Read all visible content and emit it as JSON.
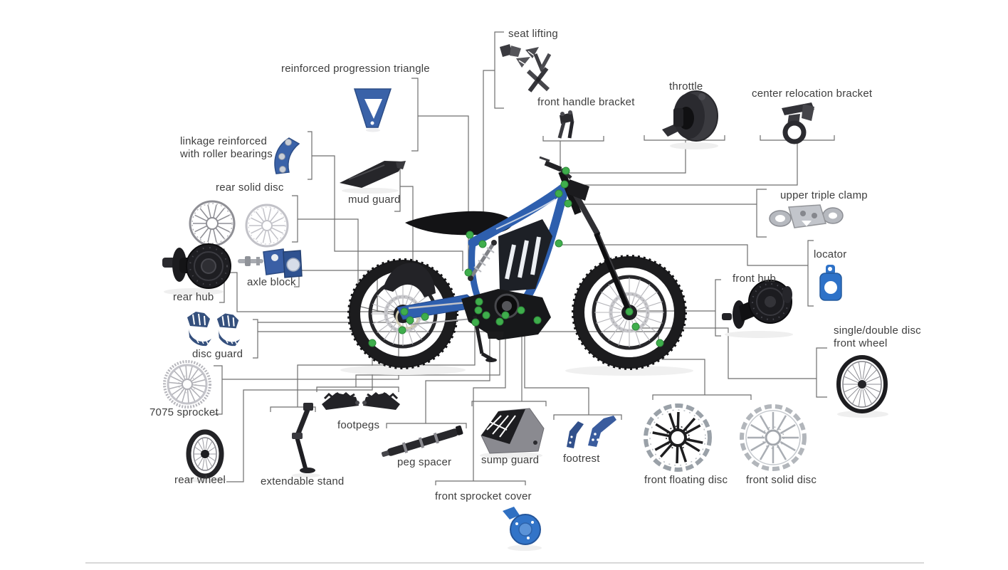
{
  "diagram": {
    "subject": "electric dirt bike exploded parts diagram",
    "marker_legend": "green dots mark mounting points on the bike"
  },
  "parts": {
    "seat_lifting": {
      "label": "seat lifting"
    },
    "progression_triangle": {
      "label": "reinforced progression triangle"
    },
    "front_handle_bracket": {
      "label": "front handle bracket"
    },
    "throttle": {
      "label": "throttle"
    },
    "center_relocation_bracket": {
      "label": "center relocation bracket"
    },
    "linkage": {
      "label": "linkage reinforced with roller bearings"
    },
    "mud_guard": {
      "label": "mud guard"
    },
    "rear_solid_disc": {
      "label": "rear solid disc"
    },
    "upper_triple_clamp": {
      "label": "upper triple clamp"
    },
    "locator": {
      "label": "locator"
    },
    "rear_hub": {
      "label": "rear hub"
    },
    "axle_block": {
      "label": "axle block"
    },
    "front_hub": {
      "label": "front hub"
    },
    "disc_guard": {
      "label": "disc guard"
    },
    "single_double_disc_front_wheel": {
      "label": "single/double disc front wheel"
    },
    "sprocket_7075": {
      "label": "7075 sprocket"
    },
    "footpegs": {
      "label": "footpegs"
    },
    "peg_spacer": {
      "label": "peg spacer"
    },
    "sump_guard": {
      "label": "sump guard"
    },
    "footrest": {
      "label": "footrest"
    },
    "rear_wheel": {
      "label": "rear wheel"
    },
    "extendable_stand": {
      "label": "extendable stand"
    },
    "front_sprocket_cover": {
      "label": "front sprocket cover"
    },
    "front_floating_disc": {
      "label": "front floating disc"
    },
    "front_solid_disc": {
      "label": "front solid disc"
    }
  },
  "colors": {
    "frame_blue": "#2e5fae",
    "part_navy": "#35507d",
    "part_bright_blue": "#2e72c8",
    "marker_green": "#3fae4c",
    "line_gray": "#6f6f6f",
    "text_gray": "#3e3e3e",
    "silver": "#b5b8be"
  }
}
